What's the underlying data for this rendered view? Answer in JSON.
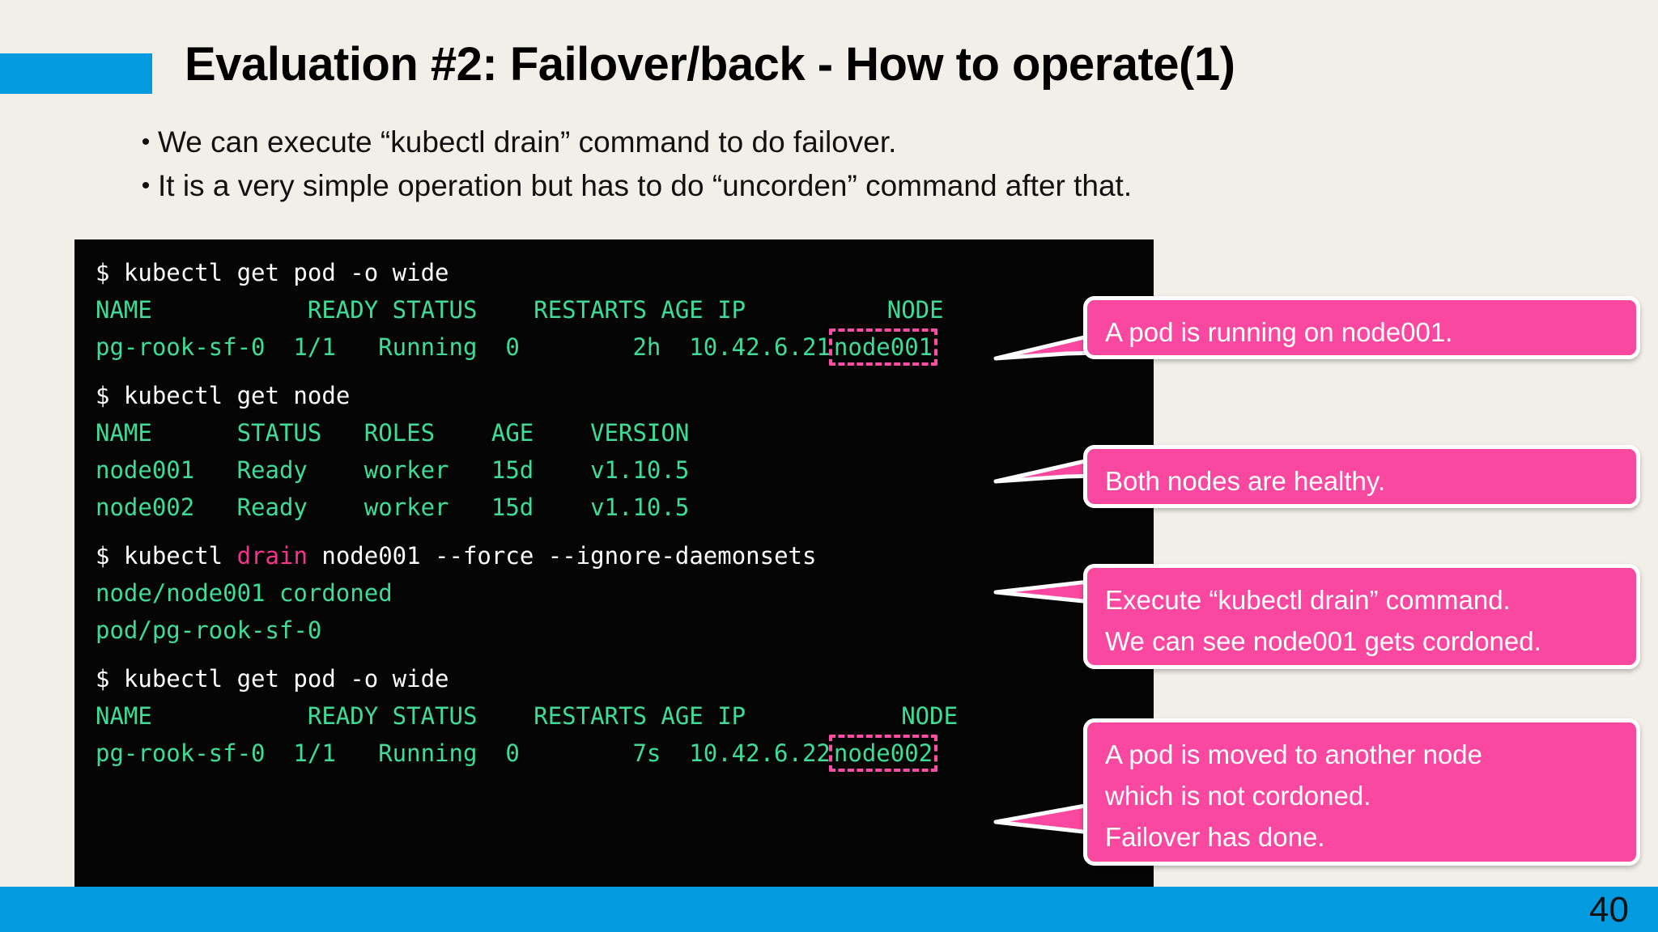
{
  "slide": {
    "title": "Evaluation #2: Failover/back - How to operate(1)",
    "page_number": "40",
    "accent_color": "#039BE0",
    "background_color": "#f2efe9",
    "callout_color": "#FA47A0",
    "terminal_bg": "#050505",
    "terminal_output_color": "#3ddc97"
  },
  "bullets": [
    {
      "marker": "•",
      "text": "We can execute “kubectl drain” command to do failover."
    },
    {
      "marker": "•",
      "text": "It is a very simple operation but has to do “uncorden” command after that."
    }
  ],
  "terminal": {
    "block1": {
      "prompt": "$ ",
      "command": "kubectl get pod -o wide",
      "header": "NAME           READY STATUS    RESTARTS AGE IP          ",
      "header_node": "NODE",
      "row_pre": "pg-rook-sf-0  1/1   Running  0        2h  10.42.6.21",
      "row_node": "node001"
    },
    "block2": {
      "prompt": "$ ",
      "command": "kubectl get node",
      "header": "NAME      STATUS   ROLES    AGE    VERSION",
      "rows": [
        "node001   Ready    worker   15d    v1.10.5",
        "node002   Ready    worker   15d    v1.10.5"
      ]
    },
    "block3": {
      "prompt": "$ ",
      "cmd_pre": "kubectl ",
      "cmd_kw": "drain",
      "cmd_post": " node001 --force --ignore-daemonsets",
      "out1": "node/node001 cordoned",
      "out2": "pod/pg-rook-sf-0"
    },
    "block4": {
      "prompt": "$ ",
      "command": "kubectl get pod -o wide",
      "header": "NAME           READY STATUS    RESTARTS AGE IP           ",
      "header_node": "NODE",
      "row_pre": "pg-rook-sf-0  1/1   Running  0        7s  10.42.6.22",
      "row_node": "node002"
    }
  },
  "callouts": [
    {
      "lines": [
        "A pod is running on node001."
      ]
    },
    {
      "lines": [
        "Both nodes are healthy."
      ]
    },
    {
      "lines": [
        "Execute “kubectl drain” command.",
        "We can see node001 gets cordoned."
      ]
    },
    {
      "lines": [
        "A pod is moved to another node",
        "which is not cordoned.",
        "Failover has done."
      ]
    }
  ]
}
